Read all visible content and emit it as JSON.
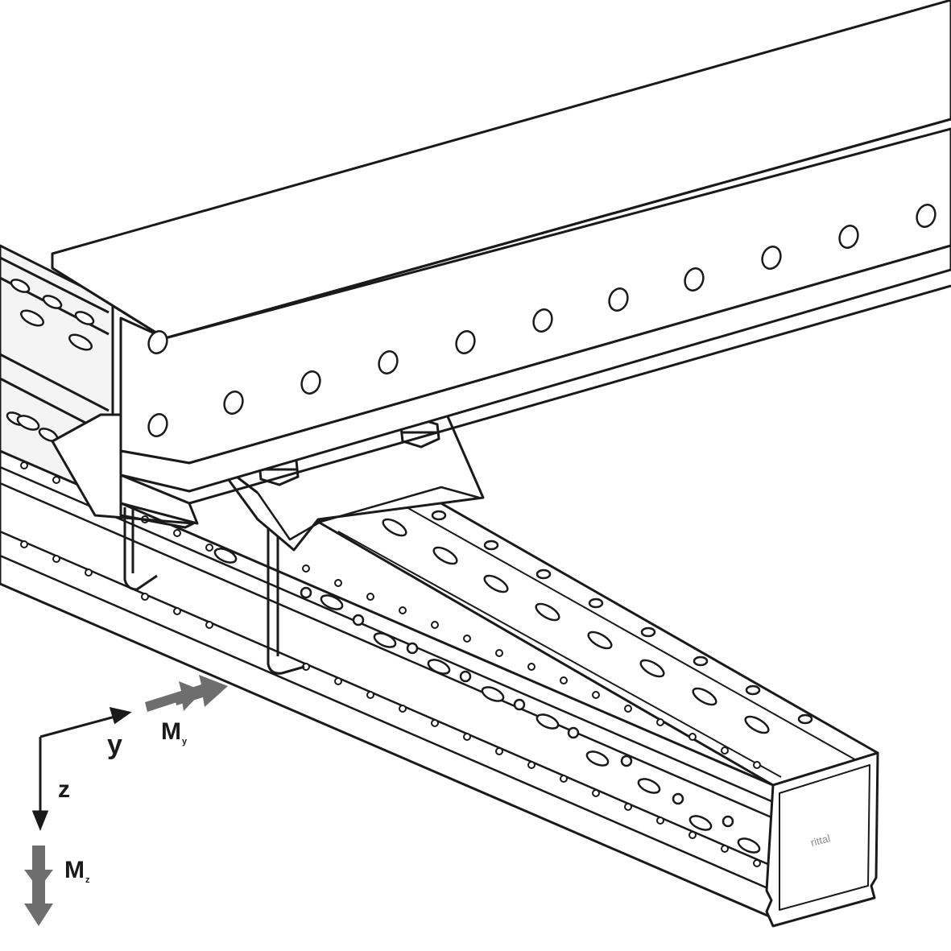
{
  "axes": {
    "y_label": "y",
    "z_label": "z",
    "moment_y": {
      "main": "M",
      "sub": "y"
    },
    "moment_z": {
      "main": "M",
      "sub": "z"
    }
  },
  "brand_mark": "rittal",
  "colors": {
    "line": "#1a1a1a",
    "fill": "#ffffff",
    "shade": "#d9d9d9",
    "moment_arrow": "#6e6e6e"
  },
  "icons": [
    "coordinate-axes",
    "moment-arrow"
  ]
}
